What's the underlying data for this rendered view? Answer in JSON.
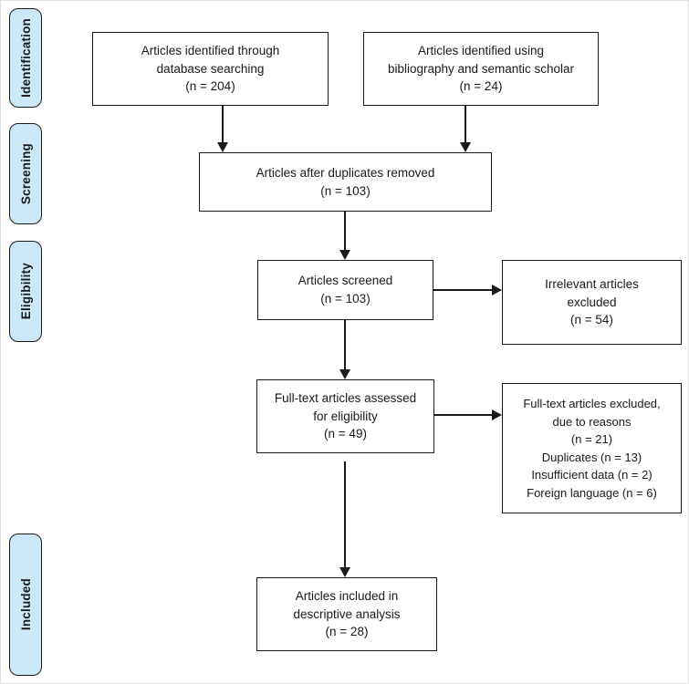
{
  "stages": [
    {
      "label": "Identification"
    },
    {
      "label": "Screening"
    },
    {
      "label": "Eligibility"
    },
    {
      "label": "Included"
    }
  ],
  "flow": {
    "identified_database": "Articles identified through\ndatabase searching\n(n = 204)",
    "identified_bibliography": "Articles identified using\nbibliography and semantic scholar\n(n = 24)",
    "after_duplicates": "Articles after duplicates removed\n(n = 103)",
    "screened": "Articles screened\n(n = 103)",
    "irrelevant_excluded": "Irrelevant articles\nexcluded\n(n = 54)",
    "fulltext_assessed": "Full-text articles assessed\nfor eligibility\n(n = 49)",
    "fulltext_excluded": "Full-text articles excluded,\ndue to reasons\n(n = 21)\nDuplicates (n = 13)\nInsufficient data (n = 2)\nForeign language (n = 6)",
    "included_descriptive": "Articles included in\ndescriptive analysis\n(n = 28)"
  },
  "counts": {
    "identified_database": 204,
    "identified_bibliography": 24,
    "after_duplicates": 103,
    "screened": 103,
    "irrelevant_excluded": 54,
    "fulltext_assessed": 49,
    "fulltext_excluded_total": 21,
    "excluded_duplicates": 13,
    "excluded_insufficient_data": 2,
    "excluded_foreign_language": 6,
    "included_descriptive": 28
  },
  "colors": {
    "stage_fill": "#cde9f7",
    "stroke": "#1a1a1a",
    "background": "#ffffff"
  }
}
